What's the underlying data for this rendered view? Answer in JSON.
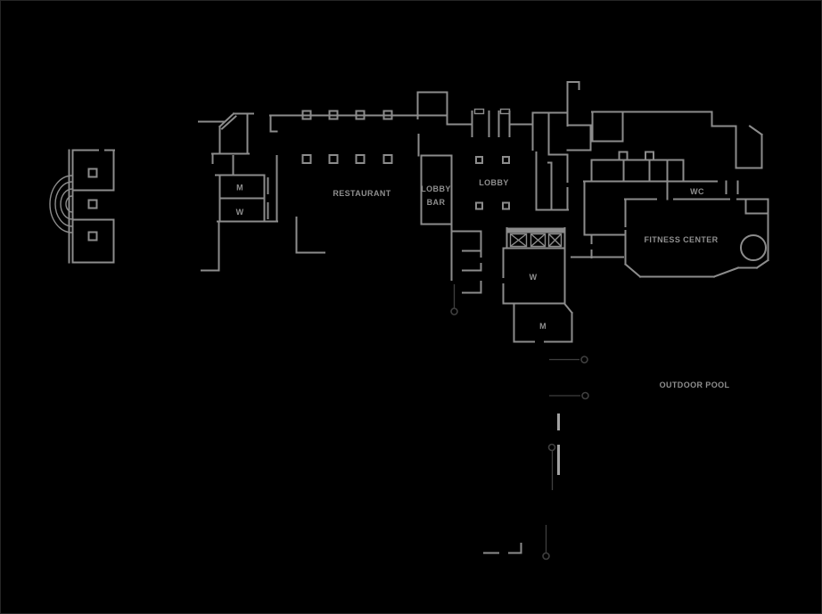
{
  "colors": {
    "background": "#000000",
    "wall": "#8c8c8c",
    "door": "#3f3f3f",
    "label": "#8f8f8f"
  },
  "labels": {
    "restaurant": "RESTAURANT",
    "lobby_bar_line1": "LOBBY",
    "lobby_bar_line2": "BAR",
    "lobby": "LOBBY",
    "wc": "WC",
    "fitness_center": "FITNESS CENTER",
    "outdoor_pool": "OUTDOOR POOL",
    "mens_wc_west": "M",
    "womens_wc_west": "W",
    "womens_wc_center": "W",
    "mens_wc_center": "M"
  }
}
